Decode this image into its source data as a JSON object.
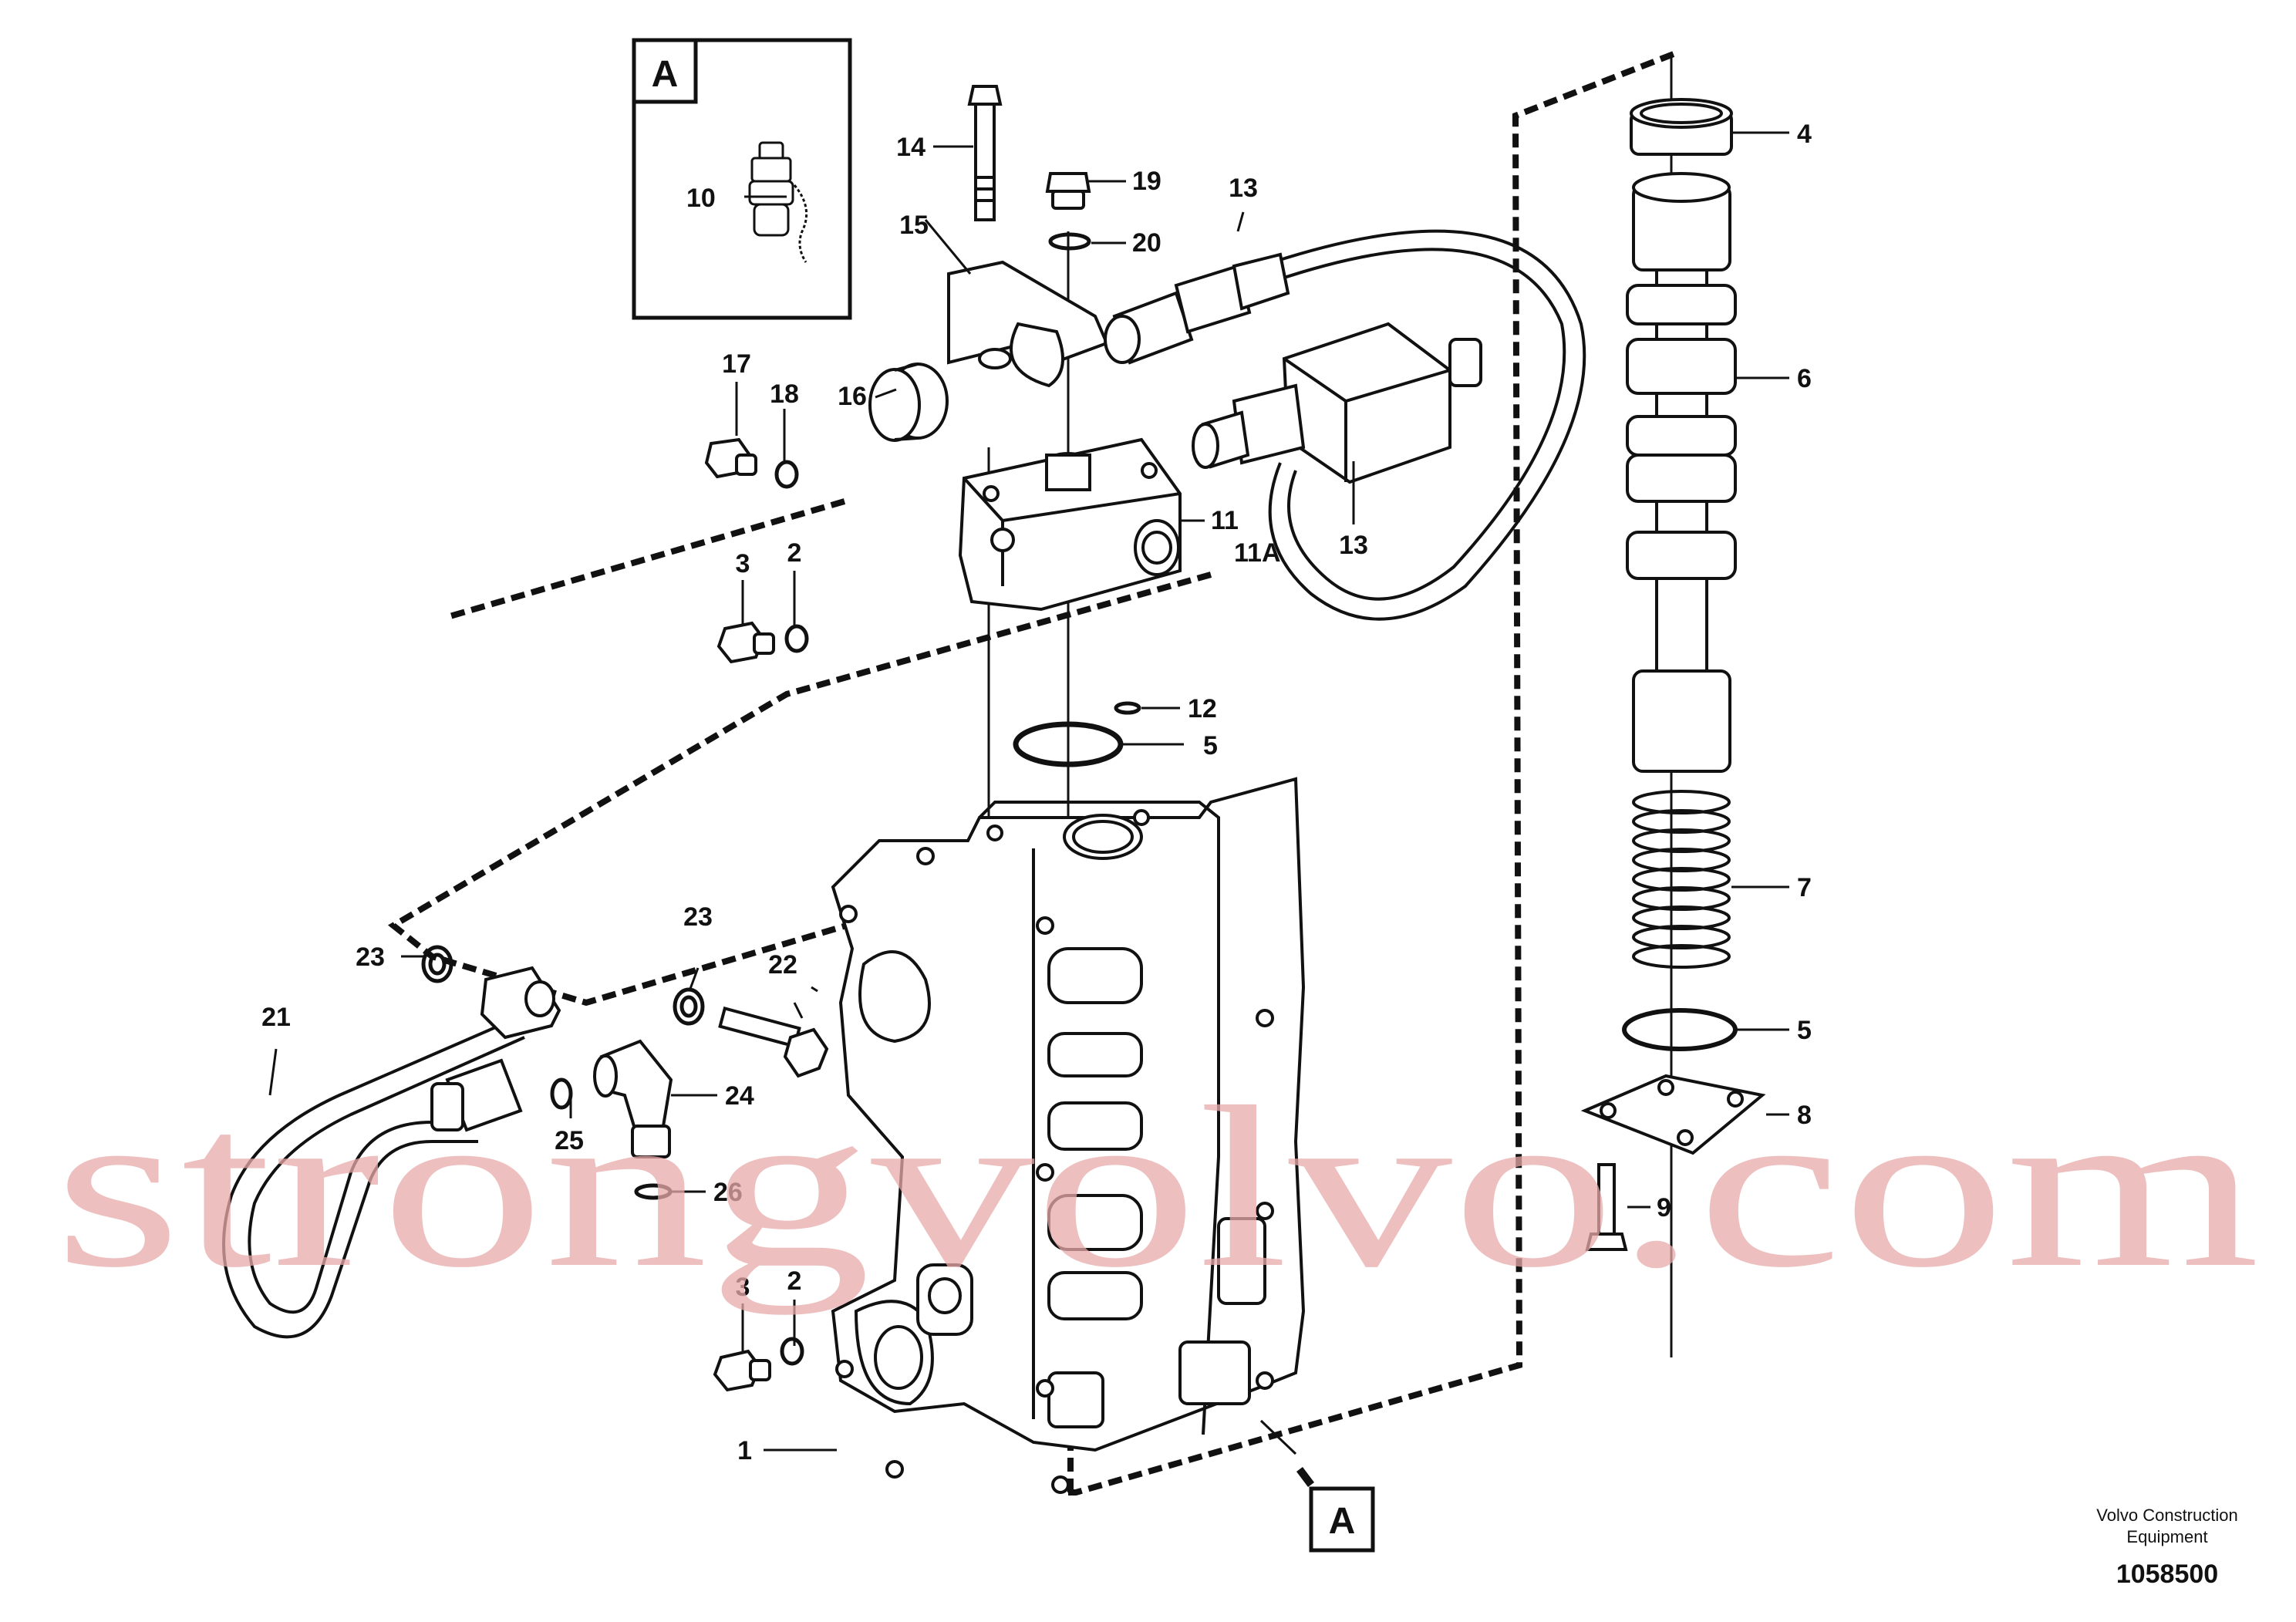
{
  "callouts": {
    "c1": "1",
    "c2a": "2",
    "c2b": "2",
    "c3a": "3",
    "c3b": "3",
    "c4": "4",
    "c5a": "5",
    "c5b": "5",
    "c6": "6",
    "c7": "7",
    "c8": "8",
    "c9": "9",
    "c10": "10",
    "c11": "11",
    "c11a": "11A",
    "c12": "12",
    "c13a": "13",
    "c13b": "13",
    "c14": "14",
    "c15": "15",
    "c16": "16",
    "c17": "17",
    "c18": "18",
    "c19": "19",
    "c20": "20",
    "c21": "21",
    "c22": "22",
    "c23a": "23",
    "c23b": "23",
    "c24": "24",
    "c25": "25",
    "c26": "26"
  },
  "detail_box": {
    "label": "A"
  },
  "ref_box": {
    "label": "A"
  },
  "watermark": "strongvolvo.com",
  "footer": {
    "company_line1": "Volvo Construction",
    "company_line2": "Equipment",
    "drawing_number": "1058500"
  }
}
